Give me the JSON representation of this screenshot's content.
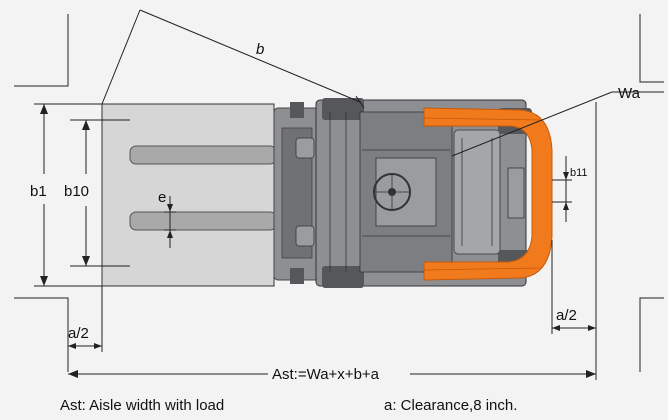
{
  "labels": {
    "b": "b",
    "wa": "Wa",
    "b1": "b1",
    "b10": "b10",
    "b11": "b11",
    "e": "e",
    "a_half_left": "a/2",
    "a_half_right": "a/2",
    "ast_formula": "Ast:=Wa+x+b+a"
  },
  "legend": {
    "ast": "Ast:  Aisle width with load",
    "clearance": "a: Clearance,8 inch."
  },
  "colors": {
    "counterweight": "#f07a1c",
    "counterweight_dark": "#c65a0a",
    "chassis": "#8d8f93",
    "chassis_dark": "#55575b",
    "load": "#d6d6d6",
    "forks": "#a9a9a9",
    "background": "#f3f3f3"
  }
}
